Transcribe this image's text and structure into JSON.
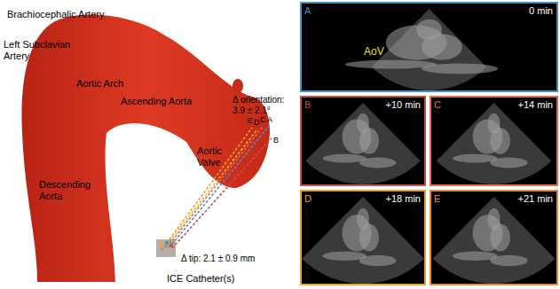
{
  "diagram": {
    "nodes": [
      {
        "text": [
          "A",
          "0 min",
          "AoV"
        ]
      },
      {
        "text": [
          "B",
          "+10 min"
        ]
      },
      {
        "text": [
          "C",
          "+14 min"
        ]
      },
      {
        "text": [
          "D",
          "+18 min"
        ]
      },
      {
        "text": [
          "E",
          "+21 min"
        ]
      }
    ],
    "labels": [
      "Brachiocephalic Artery",
      "Left Subclavian Artery",
      "Aortic Arch",
      "Ascending Aorta",
      "Aortic Valve",
      "Descending Aorta",
      "Δ orientation: 3.9 ± 2.1°",
      "Δ tip: 2.1 ± 0.9 mm",
      "ICE Catheter(s)",
      "E",
      "D",
      "C",
      "A",
      "B"
    ]
  }
}
